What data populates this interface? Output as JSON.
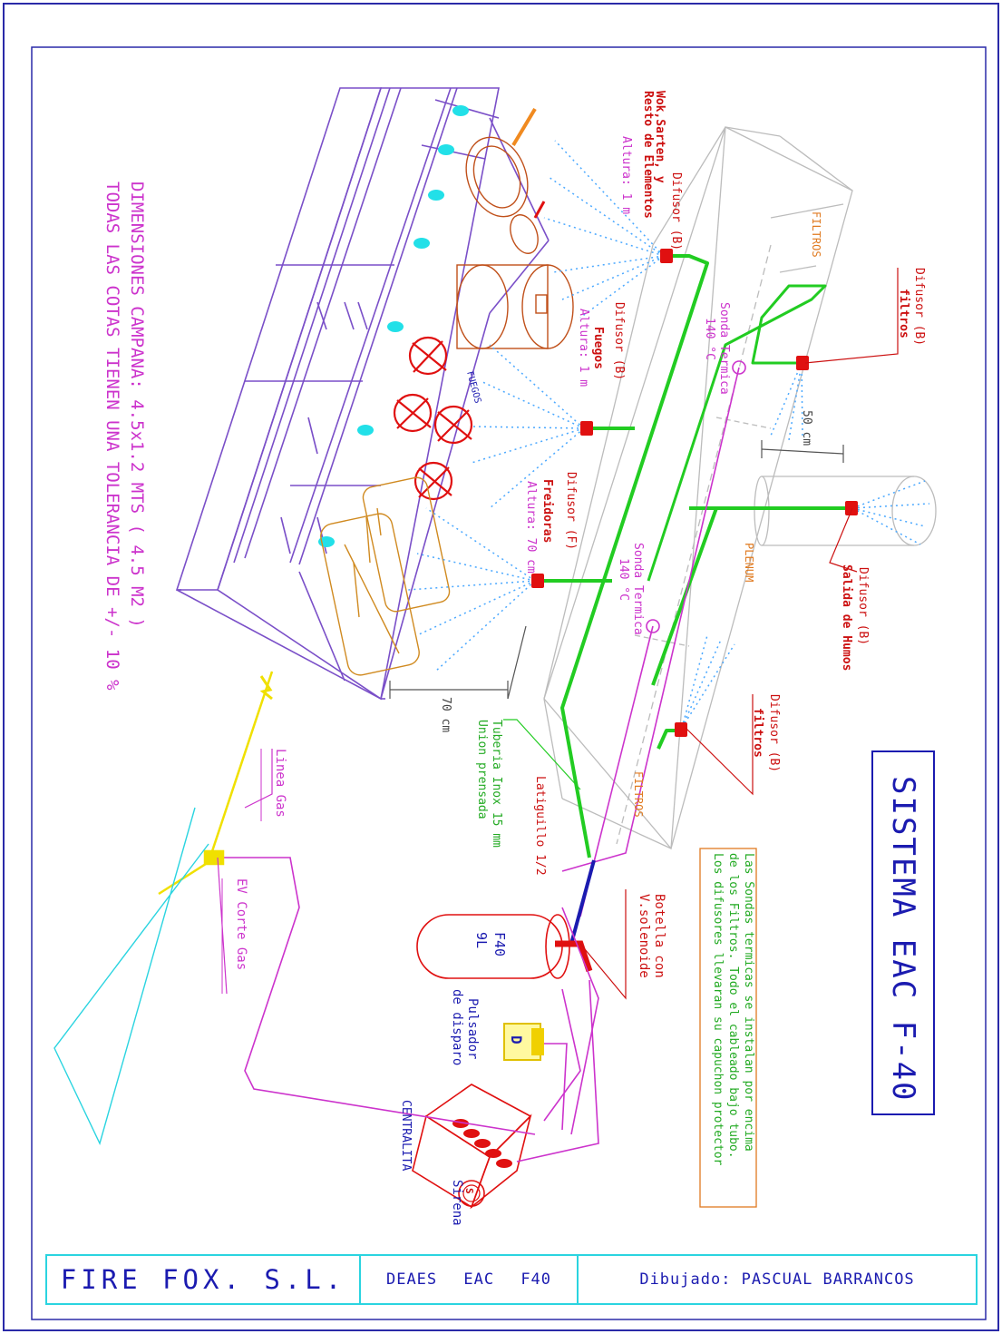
{
  "sheet": {
    "system_title": "SISTEMA EAC F-40",
    "dimensions_note": {
      "line1": "DIMENSIONES CAMPANA: 4.5x1.2 MTS ( 4.5 M2 )",
      "line2": "TODAS LAS COTAS TIENEN UNA TOLERANCIA DE +/- 10 %"
    },
    "install_note": {
      "line1": "Las Sondas termicas se instalan por encima",
      "line2": "de los Filtros. Todo el cableado bajo tubo.",
      "line3": "Los difusores llevaran su capuchon protector"
    }
  },
  "labels": {
    "difusor_wok_title": "Difusor (B)",
    "difusor_wok_line1": "Wok,Sarten, y",
    "difusor_wok_line2": "Resto de Elementos",
    "difusor_wok_height": "Altura: 1 m",
    "difusor_fuegos_title": "Difusor (B)",
    "difusor_fuegos_line1": "Fuegos",
    "difusor_fuegos_height": "Altura: 1 m",
    "difusor_freidoras_title": "Difusor (F)",
    "difusor_freidoras_line1": "Freidoras",
    "difusor_freidoras_height": "Altura: 70 cm",
    "fuegos": "FUEGOS",
    "filtros_top": "FILTROS",
    "filtros_bottom": "FILTROS",
    "plenum": "PLENUM",
    "difusor_filtros_top_title": "Difusor (B)",
    "difusor_filtros_top_line1": "filtros",
    "difusor_filtros_bottom_title": "Difusor (B)",
    "difusor_filtros_bottom_line1": "filtros",
    "difusor_humos_title": "Difusor (B)",
    "difusor_humos_line1": "Salida de Humos",
    "sonda_top": "Sonda Termica",
    "sonda_top_temp": "140 °C",
    "sonda_bottom": "Sonda Termica",
    "sonda_bottom_temp": "140 °C",
    "dim_50": "50 cm",
    "dim_70": "70 cm",
    "tuberia_line1": "Tuberia Inox 15 mm",
    "tuberia_line2": "Union prensada",
    "latiguillo": "Latiguillo 1/2",
    "botella_line1": "Botella con",
    "botella_line2": "V.solenoide",
    "botella_f40": "F40",
    "botella_9l": "9L",
    "pulsador_line1": "Pulsador",
    "pulsador_line2": "de disparo",
    "pulsador_icon_letter": "D",
    "centralita": "CENTRALITA",
    "sirena": "Sirena",
    "sirena_icon_letter": "S",
    "linea_gas": "Linea Gas",
    "ev_corte_gas": "EV Corte Gas"
  },
  "title_block": {
    "company": "FIRE FOX. S.L.",
    "code": "DEAES EAC F40",
    "drawn_by": "Dibujado: PASCUAL BARRANCOS"
  },
  "colors": {
    "border": "#2a2aa8",
    "hood": "#7a4fc8",
    "pipe": "#22cc22",
    "diffuser": "#e01010",
    "label_red": "#cc1010",
    "magenta": "#cc33cc",
    "gas": "#f0e000",
    "cyan": "#2ad4e0",
    "orange": "#e07a20",
    "blue": "#1b1bb0",
    "plenum": "#b8b8b8"
  }
}
